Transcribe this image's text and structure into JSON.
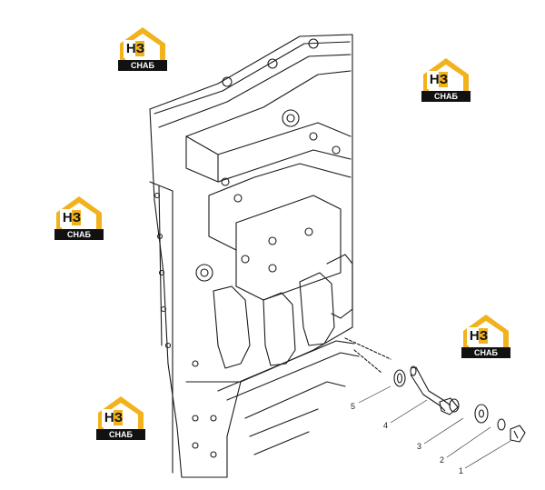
{
  "watermark": {
    "top": "НЗ",
    "top_letter_1": "Н",
    "top_letter_2": "З",
    "bottom": "СНАБ",
    "accent_color": "#f2b21c",
    "dark_color": "#111111"
  },
  "callouts": [
    {
      "id": "1",
      "label": "1"
    },
    {
      "id": "2",
      "label": "2"
    },
    {
      "id": "3",
      "label": "3"
    },
    {
      "id": "4",
      "label": "4"
    },
    {
      "id": "5",
      "label": "5"
    }
  ]
}
